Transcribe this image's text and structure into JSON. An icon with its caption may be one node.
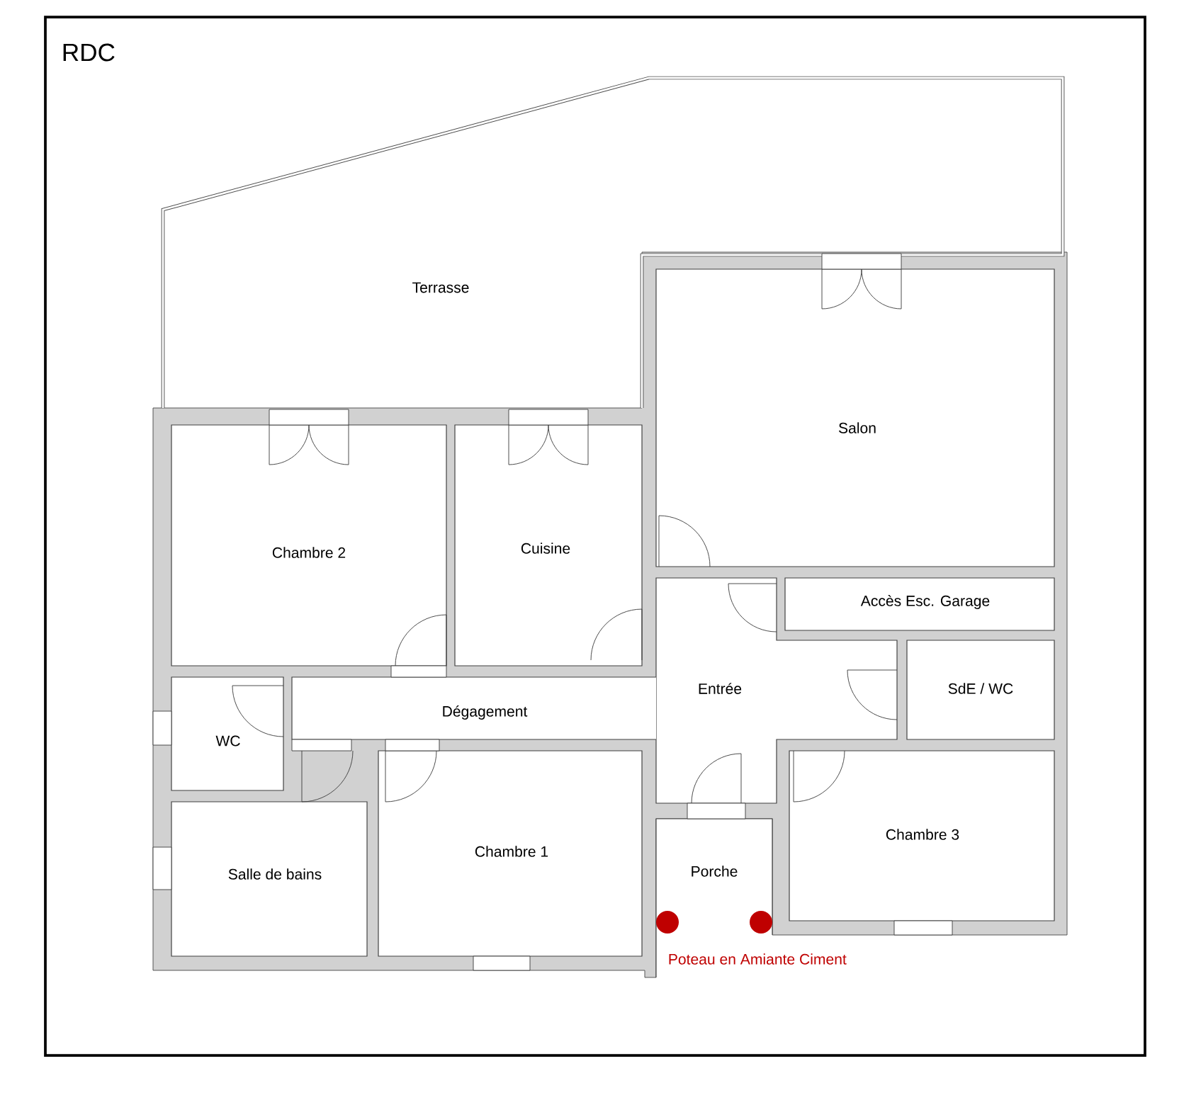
{
  "diagram": {
    "title": "RDC",
    "nodes": [
      {
        "text": [
          "Terrasse"
        ]
      },
      {
        "text": [
          "Salon"
        ]
      },
      {
        "text": [
          "Chambre 2"
        ]
      },
      {
        "text": [
          "Cuisine"
        ]
      },
      {
        "text": [
          "Accès Esc. Garage"
        ]
      },
      {
        "text": [
          "Entrée"
        ]
      },
      {
        "text": [
          "WC"
        ]
      },
      {
        "text": [
          "Dégagement"
        ]
      },
      {
        "text": [
          "SdE / WC"
        ]
      },
      {
        "text": [
          "Salle de bains"
        ]
      },
      {
        "text": [
          "Chambre 1"
        ]
      },
      {
        "text": [
          "Porche"
        ]
      },
      {
        "text": [
          "Chambre 3"
        ]
      }
    ],
    "labels": [
      "Poteau en Amiante Ciment"
    ]
  }
}
